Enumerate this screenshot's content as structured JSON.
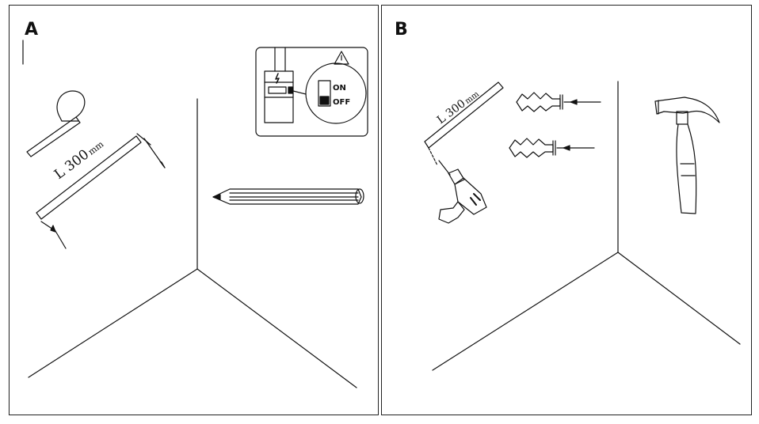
{
  "panels": {
    "a": {
      "label": "A",
      "ruler_text": "L 300",
      "ruler_unit": "mm",
      "switch_on": "ON",
      "switch_off": "OFF"
    },
    "b": {
      "label": "B",
      "ruler_text": "L 300",
      "ruler_unit": "mm"
    }
  },
  "colors": {
    "line": "#111111",
    "background": "#ffffff"
  }
}
